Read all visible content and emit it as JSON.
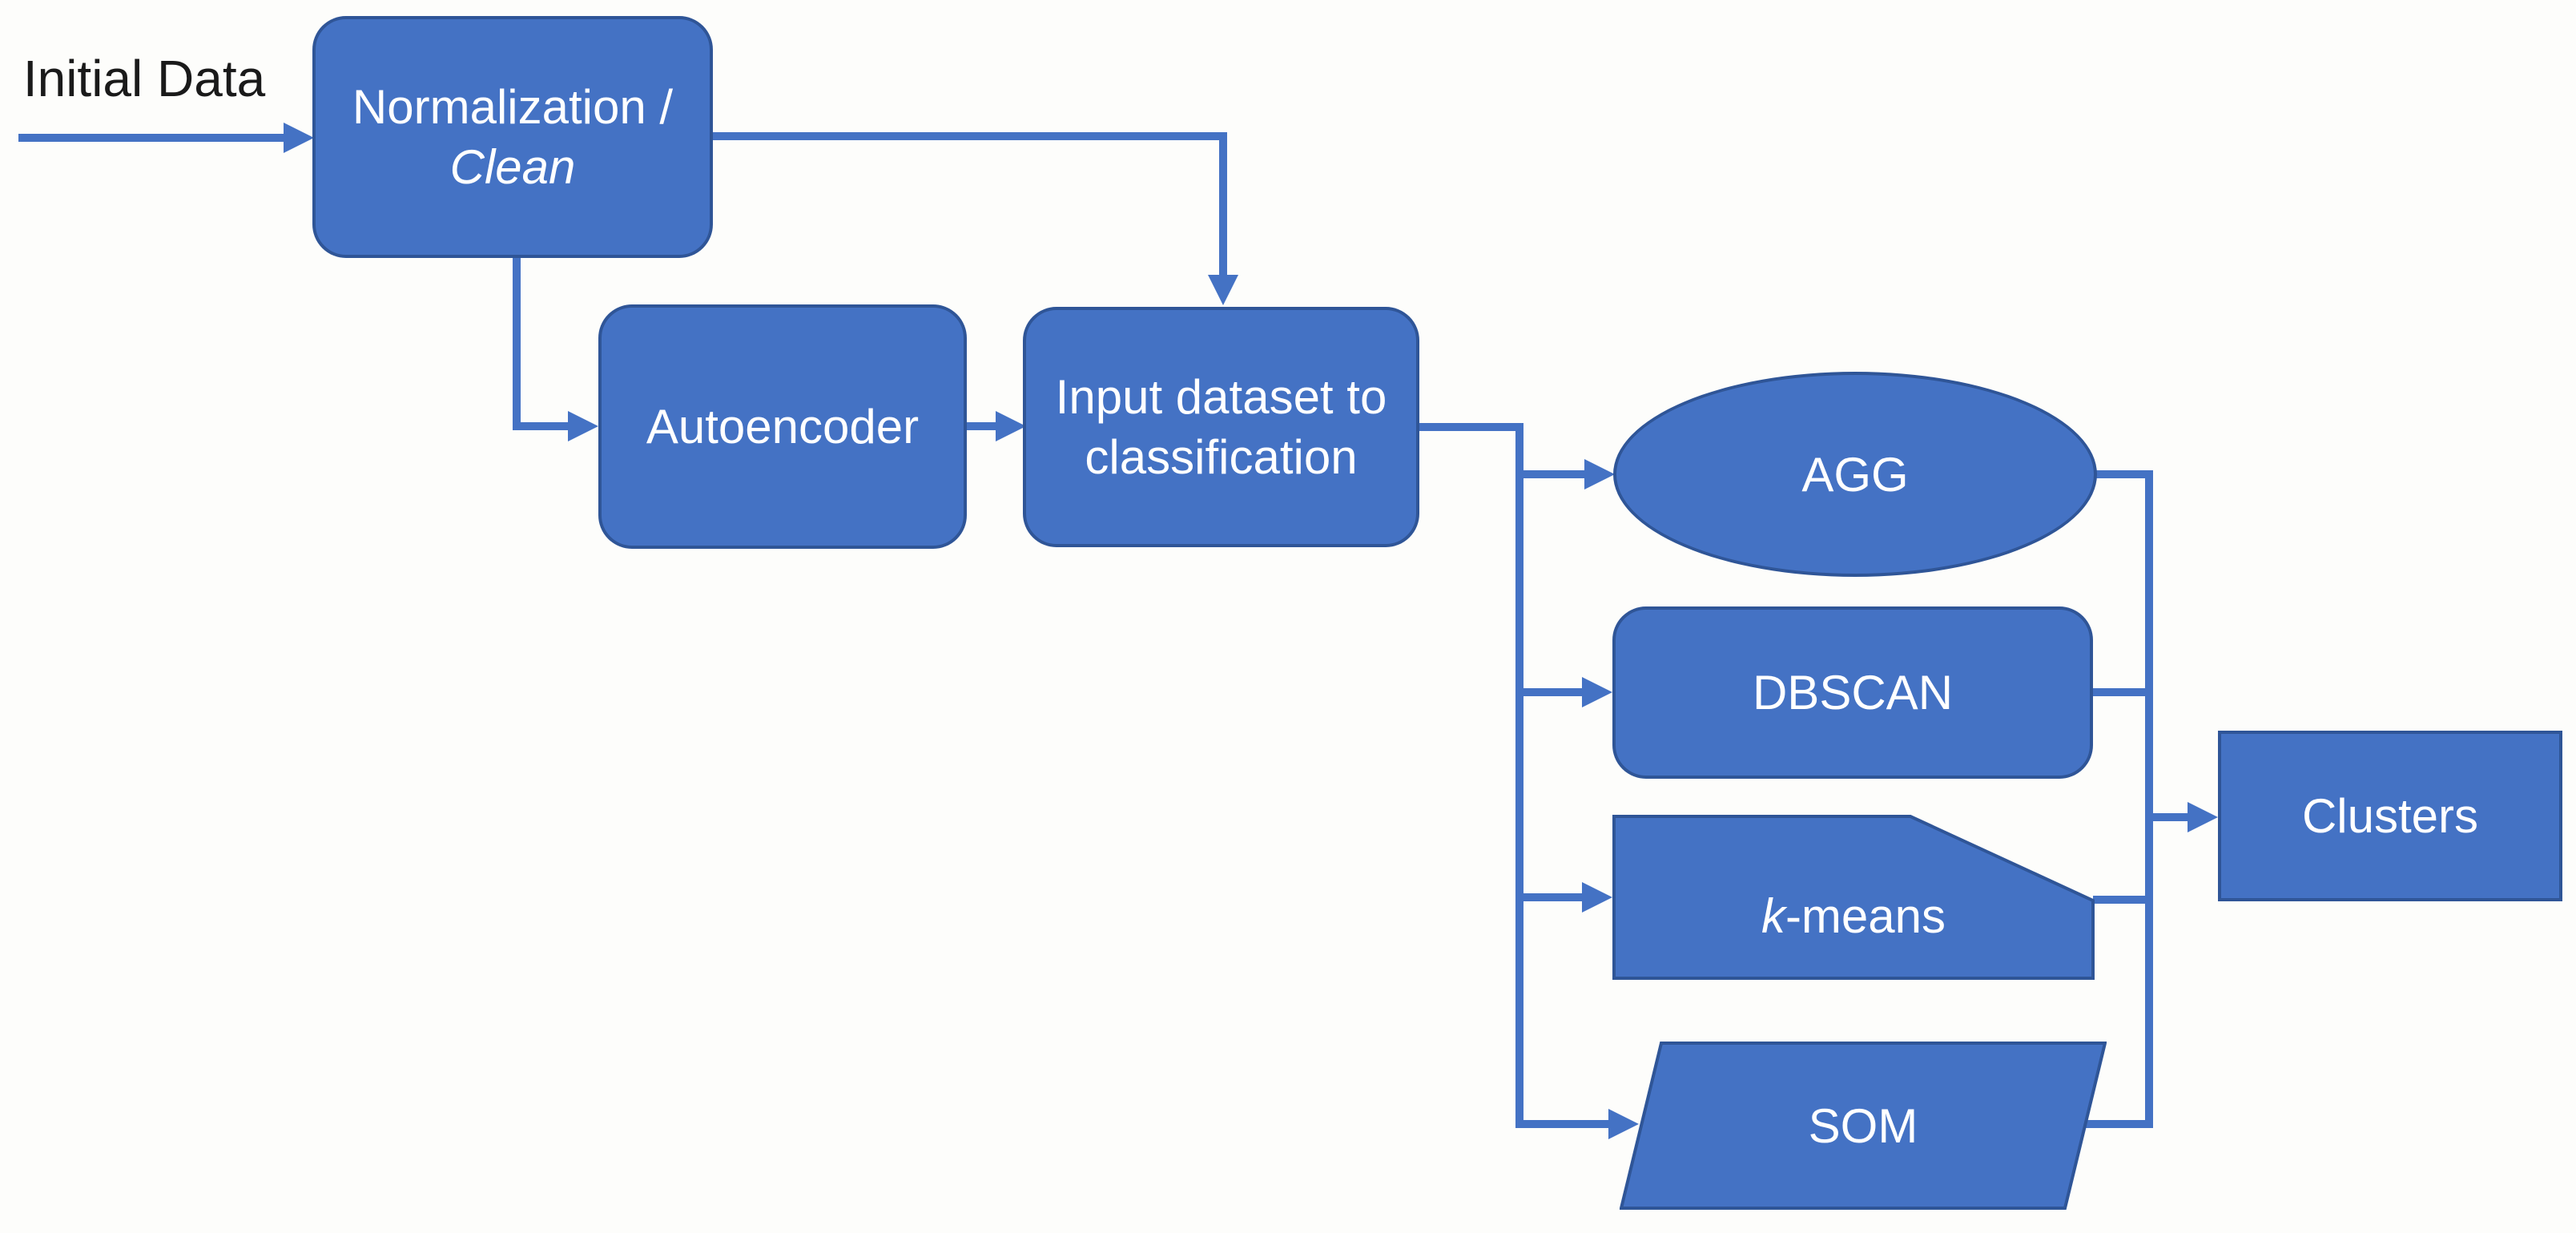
{
  "colors": {
    "fill": "#4472C4",
    "border": "#2F5597",
    "line": "#4472C4",
    "node_text": "#FFFFFF",
    "label_text": "#1A1A1A",
    "background": "#FDFDFB"
  },
  "nodes": {
    "initial_data": {
      "label": "Initial Data"
    },
    "normalization": {
      "line1": "Normalization /",
      "line2": "Clean"
    },
    "autoencoder": {
      "label": "Autoencoder"
    },
    "input_dataset": {
      "line1": "Input dataset to",
      "line2": "classification"
    },
    "agg": {
      "label": "AGG"
    },
    "dbscan": {
      "label": "DBSCAN"
    },
    "kmeans": {
      "italic_part": "k",
      "rest": "-means"
    },
    "som": {
      "label": "SOM"
    },
    "clusters": {
      "label": "Clusters"
    }
  }
}
